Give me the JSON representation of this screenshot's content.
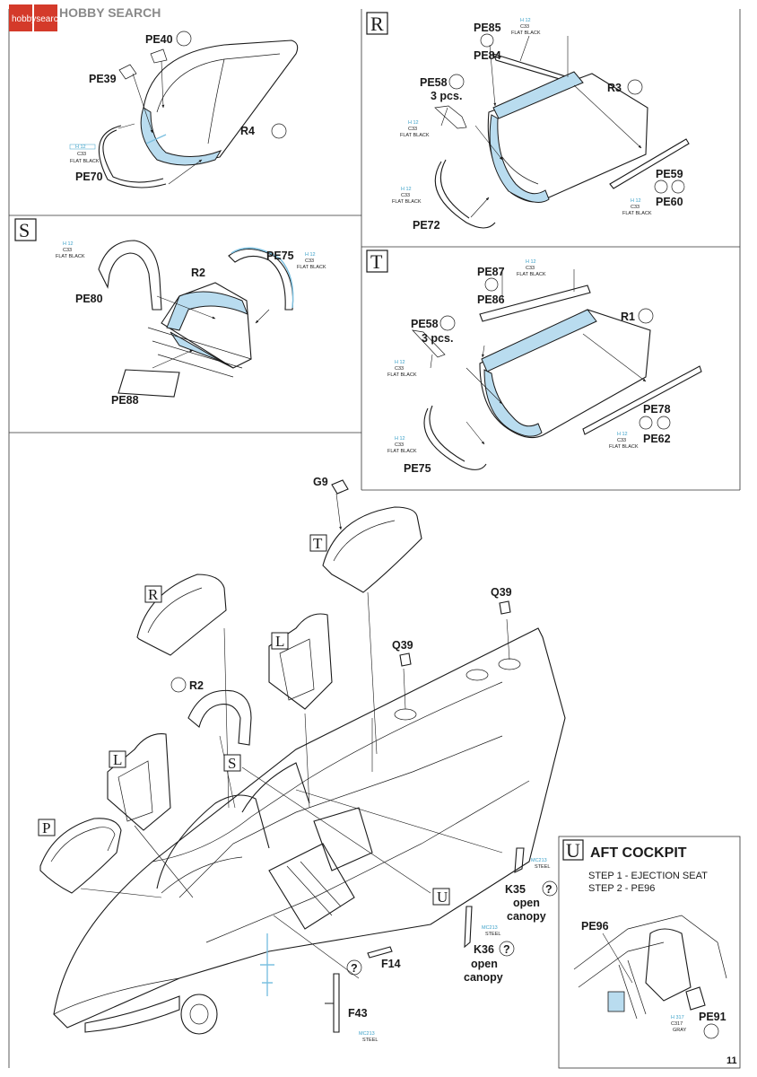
{
  "watermark": {
    "logo_text": "HOBBY SEARCH",
    "sub_text": "hobbysearch"
  },
  "page_number": "11",
  "colors": {
    "accent_blue": "#b9dcef",
    "tag_blue": "#3aa0c8",
    "line": "#1a1a1a"
  },
  "paint_tags": {
    "flat_black": {
      "l1": "H 12",
      "l2": "C33",
      "l3": "FLAT BLACK"
    },
    "steel": {
      "l1": "MC213",
      "l2": "STEEL"
    },
    "gray": {
      "l1": "H 317",
      "l2": "C317",
      "l3": "GRAY"
    }
  },
  "section_q": {
    "labels": {
      "pe40": "PE40",
      "pe39": "PE39",
      "r4": "R4",
      "pe70": "PE70"
    }
  },
  "section_r": {
    "letter": "R",
    "labels": {
      "pe85": "PE85",
      "pe84": "PE84",
      "pe58": "PE58",
      "pcs": "3 pcs.",
      "r3": "R3",
      "pe59": "PE59",
      "pe60": "PE60",
      "pe72": "PE72"
    }
  },
  "section_s": {
    "letter": "S",
    "labels": {
      "pe80": "PE80",
      "r2": "R2",
      "pe75": "PE75",
      "pe88": "PE88"
    }
  },
  "section_t": {
    "letter": "T",
    "labels": {
      "pe87": "PE87",
      "pe86": "PE86",
      "pe58": "PE58",
      "pcs": "3 pcs.",
      "r1": "R1",
      "pe78": "PE78",
      "pe62": "PE62",
      "pe75": "PE75"
    }
  },
  "main": {
    "labels": {
      "g9": "G9",
      "t": "T",
      "r": "R",
      "q39a": "Q39",
      "q39b": "Q39",
      "l1": "L",
      "l2": "L",
      "r2": "R2",
      "s": "S",
      "p": "P",
      "u": "U",
      "k35": "K35",
      "k36": "K36",
      "open1": "open",
      "canopy1": "canopy",
      "open2": "open",
      "canopy2": "canopy",
      "f14": "F14",
      "f43": "F43",
      "q": "?"
    }
  },
  "aft_cockpit": {
    "letter": "U",
    "title": "AFT COCKPIT",
    "step1": "STEP 1 - EJECTION SEAT",
    "step2": "STEP 2 - PE96",
    "pe96": "PE96",
    "pe91": "PE91"
  }
}
